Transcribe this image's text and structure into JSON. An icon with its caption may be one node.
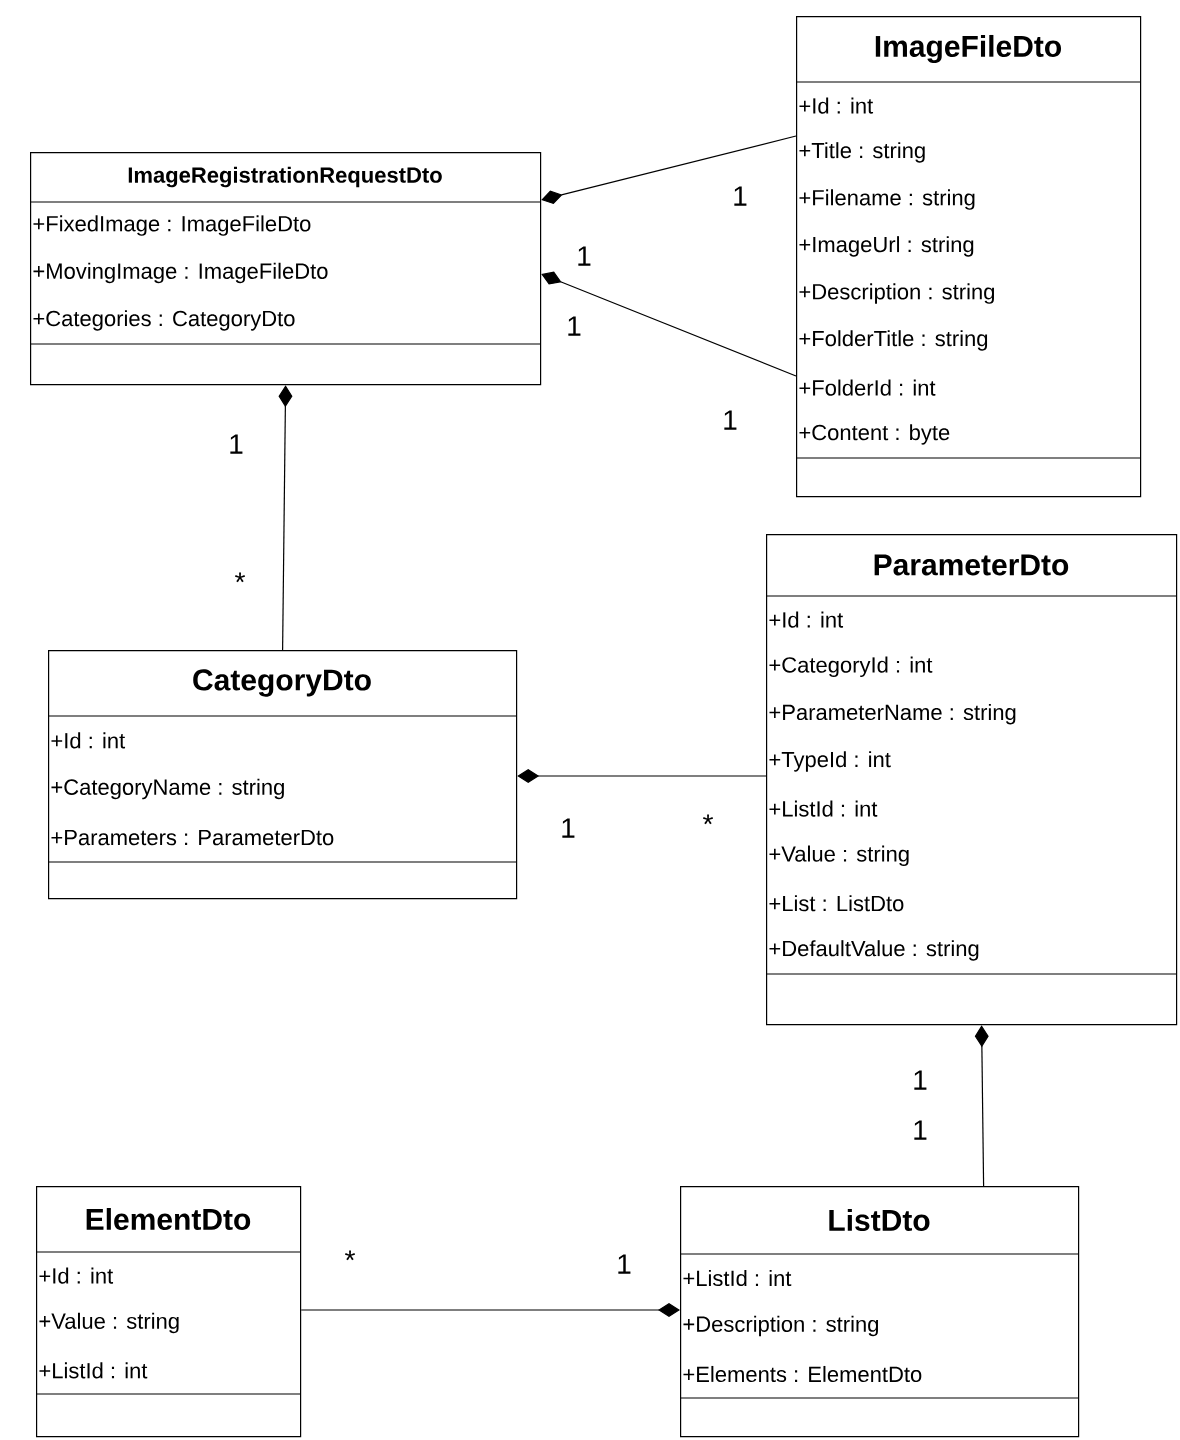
{
  "diagram": {
    "nodes": [
      {
        "text": [
          "ImageRegistrationRequestDto",
          "+FixedImage : ImageFileDto",
          "+MovingImage : ImageFileDto",
          "+Categories : CategoryDto"
        ]
      },
      {
        "text": [
          "ImageFileDto",
          "+Id : int",
          "+Title : string",
          "+Filename : string",
          "+ImageUrl : string",
          "+Description : string",
          "+FolderTitle : string",
          "+FolderId : int",
          "+Content : byte"
        ]
      },
      {
        "text": [
          "CategoryDto",
          "+Id : int",
          "+CategoryName : string",
          "+Parameters : ParameterDto"
        ]
      },
      {
        "text": [
          "ParameterDto",
          "+Id : int",
          "+CategoryId : int",
          "+ParameterName : string",
          "+TypeId : int",
          "+ListId : int",
          "+Value : string",
          "+List : ListDto",
          "+DefaultValue : string"
        ]
      },
      {
        "text": [
          "ElementDto",
          "+Id : int",
          "+Value : string",
          "+ListId : int"
        ]
      },
      {
        "text": [
          "ListDto",
          "+ListId : int",
          "+Description : string",
          "+Elements : ElementDto"
        ]
      }
    ],
    "edges": [
      {
        "from": 0,
        "to": 1,
        "arrow": "other"
      },
      {
        "from": 0,
        "to": 1,
        "arrow": "other"
      },
      {
        "from": 0,
        "to": 2,
        "arrow": "other"
      },
      {
        "from": 2,
        "to": 3,
        "arrow": "other"
      },
      {
        "from": 3,
        "to": 5,
        "arrow": "other"
      },
      {
        "from": 5,
        "to": 4,
        "arrow": "other"
      }
    ],
    "labels": [
      "1",
      "1",
      "1",
      "1",
      "1",
      "*",
      "1",
      "*",
      "1",
      "1",
      "*",
      "1"
    ]
  }
}
